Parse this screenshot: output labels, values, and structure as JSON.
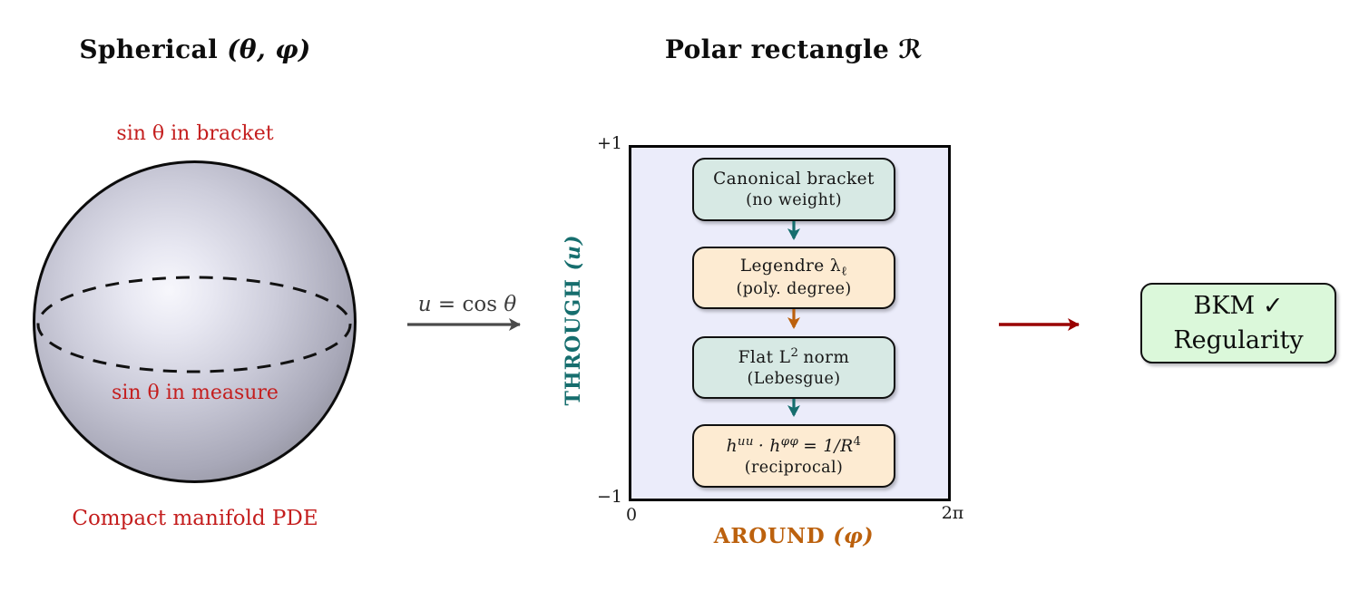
{
  "colors": {
    "red_text": "#c41e1e",
    "teal_accent": "#166e6e",
    "orange_accent": "#bc610d",
    "dark_red_arrow": "#990000",
    "gray_arrow": "#4a4a4a",
    "plot_background": "#ebecfa",
    "teal_box_fill": "#d7e9e4",
    "orange_box_fill": "#fdebd2",
    "result_box_fill": "#dbf8da"
  },
  "left_panel": {
    "title_main": "Spherical",
    "title_coords": "(θ, φ)",
    "label_above_sphere": "sin θ in bracket",
    "label_on_sphere": "sin θ in measure",
    "label_below_sphere": "Compact manifold PDE"
  },
  "map_arrow": {
    "label_pre": "u =",
    "label_fn": "cos",
    "label_var": "θ"
  },
  "plot": {
    "title_main": "Polar rectangle",
    "title_symbol": "ℛ",
    "y_axis": {
      "name": "THROUGH",
      "var": "(u)",
      "tick_top": "+1",
      "tick_bottom": "−1"
    },
    "x_axis": {
      "name": "AROUND",
      "var": "(φ)",
      "tick_left": "0",
      "tick_right": "2π"
    },
    "box1": {
      "line1": "Canonical bracket",
      "line2": "(no weight)"
    },
    "box2": {
      "base": "Legendre λ",
      "sub": "ℓ",
      "line2": "(poly. degree)"
    },
    "box3": {
      "p1": "Flat L",
      "sup1": "2",
      "p2": "norm",
      "line2": "(Lebesgue)"
    },
    "box4": {
      "p1": "h",
      "sup1": "uu",
      "p2": "· h",
      "sup2": "φφ",
      "p3": "= 1/R",
      "sup3": "4",
      "line2": "(reciprocal)"
    }
  },
  "result_box": {
    "line1": "BKM",
    "check": "✓",
    "line2": "Regularity"
  }
}
